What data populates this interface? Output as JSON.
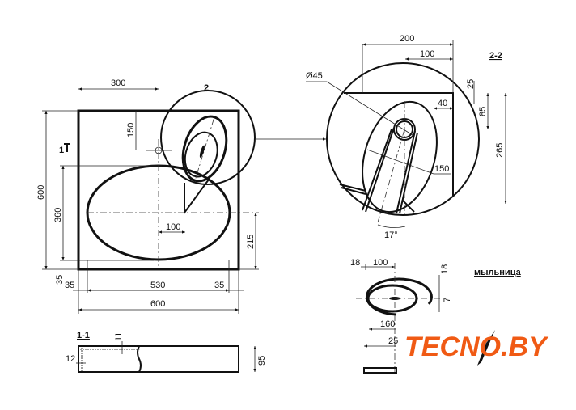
{
  "top_view": {
    "section_mark": "1",
    "detail_mark": "2",
    "dims": {
      "d300": "300",
      "d150": "150",
      "d600_left": "600",
      "d360": "360",
      "d100": "100",
      "d215": "215",
      "d35_vert": "35",
      "d35_left": "35",
      "d530": "530",
      "d35_right": "35",
      "d600_bottom": "600"
    }
  },
  "detail": {
    "title": "2-2",
    "dims": {
      "d200": "200",
      "d100": "100",
      "dia45": "Ø45",
      "d40": "40",
      "d150": "150",
      "d25": "25",
      "d85": "85",
      "d265": "265",
      "angle": "17°"
    }
  },
  "soap_dish": {
    "title": "мыльница",
    "dims": {
      "d18_top": "18",
      "d100": "100",
      "d18_right": "18",
      "d7": "7",
      "d160": "160",
      "d25": "25"
    }
  },
  "section": {
    "title": "1-1",
    "dims": {
      "d11": "11",
      "d12": "12",
      "d95": "95"
    }
  },
  "logo": {
    "text": "TECNO.BY",
    "color": "#f05a14"
  }
}
